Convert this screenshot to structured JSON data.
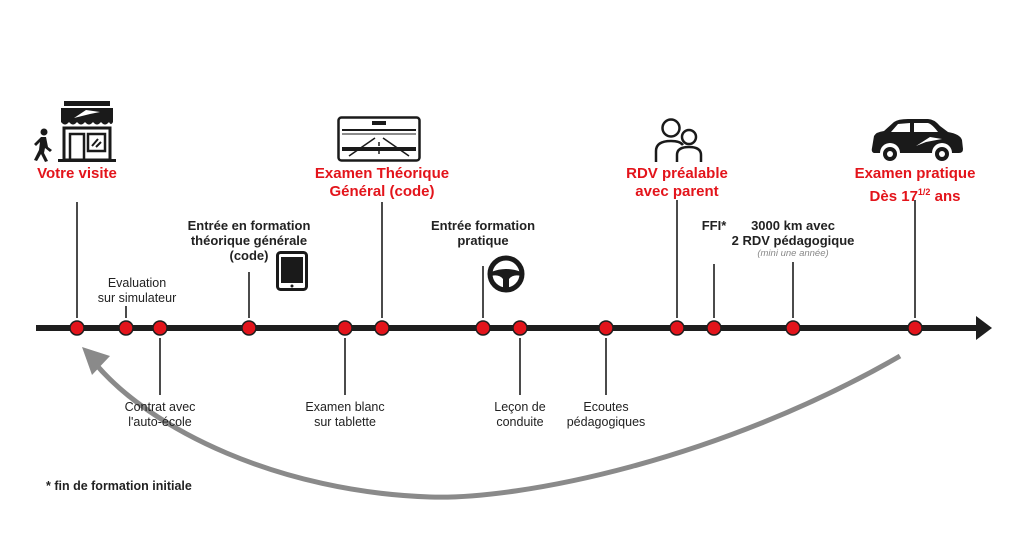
{
  "colors": {
    "accent": "#e3141b",
    "line": "#1e1e1e",
    "arrow": "#8a8a8a"
  },
  "top_titles": {
    "visit": "Votre visite",
    "exam_theory_1": "Examen Théorique",
    "exam_theory_2": "Général (code)",
    "rdv_1": "RDV préalable",
    "rdv_2": "avec parent",
    "exam_practical_1": "Examen pratique",
    "exam_practical_2": "Dès 17",
    "exam_practical_sup": "1/2",
    "exam_practical_3": " ans"
  },
  "above_labels": {
    "eval_1": "Evaluation",
    "eval_2": "sur simulateur",
    "entry_theory_1": "Entrée en formation",
    "entry_theory_2": "théorique générale",
    "entry_theory_3": "(code)",
    "entry_practice_1": "Entrée formation",
    "entry_practice_2": "pratique",
    "ffi": "FFI*",
    "km_1": "3000 km avec",
    "km_2": "2 RDV pédagogique",
    "km_note": "(mini une année)"
  },
  "below_labels": {
    "contract_1": "Contrat avec",
    "contract_2": "l'auto-école",
    "blank_1": "Examen blanc",
    "blank_2": "sur tablette",
    "lesson_1": "Leçon de",
    "lesson_2": "conduite",
    "listen_1": "Ecoutes",
    "listen_2": "pédagogiques"
  },
  "footnote": "* fin de formation initiale",
  "icons": [
    "pedestrian-icon",
    "driving-school-shop-icon",
    "tablet-icon",
    "windshield-dashboard-icon",
    "steering-wheel-icon",
    "parent-child-icon",
    "car-icon"
  ]
}
